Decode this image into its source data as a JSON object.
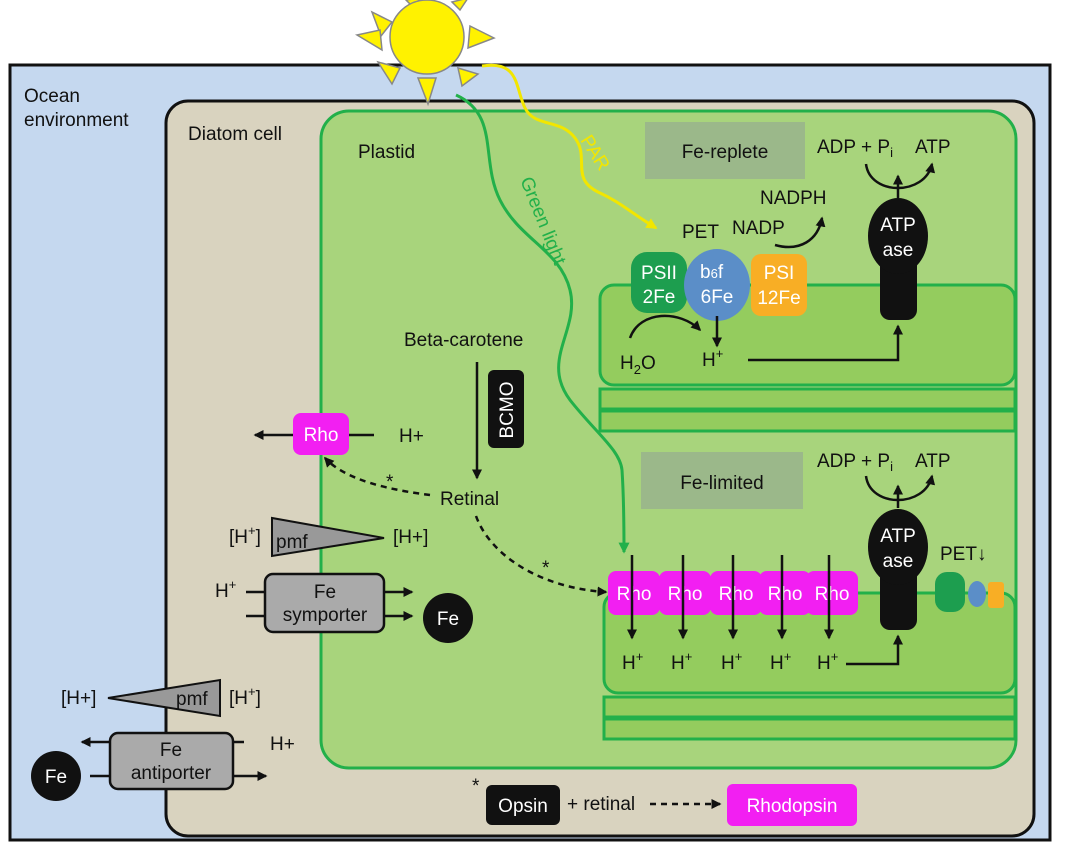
{
  "regions": {
    "ocean": "Ocean environment",
    "diatom": "Diatom cell",
    "plastid": "Plastid"
  },
  "light": {
    "par": "PAR",
    "green": "Green light"
  },
  "replete": {
    "title": "Fe-replete",
    "pet": "PET",
    "nadp": "NADP",
    "nadph": "NADPH",
    "adp": "ADP + P",
    "adp_sub": "i",
    "atp": "ATP",
    "atpase_1": "ATP",
    "atpase_2": "ase",
    "psii_1": "PSII",
    "psii_2": "2Fe",
    "b6f_1": "b",
    "b6f_sub": "6",
    "b6f_2": "f",
    "b6f_3": "6Fe",
    "psi_1": "PSI",
    "psi_2": "12Fe",
    "water": "H",
    "water_sub": "2",
    "water_end": "O",
    "proton": "H",
    "proton_sup": "+"
  },
  "limited": {
    "title": "Fe-limited",
    "adp": "ADP + P",
    "adp_sub": "i",
    "atp": "ATP",
    "atpase_1": "ATP",
    "atpase_2": "ase",
    "pet_down": "PET↓",
    "rho": [
      "Rho",
      "Rho",
      "Rho",
      "Rho",
      "Rho"
    ],
    "protons": [
      "H",
      "H",
      "H",
      "H",
      "H"
    ],
    "proton_sup": "+"
  },
  "pathway": {
    "beta_carotene": "Beta-carotene",
    "bcmo": "BCMO",
    "retinal": "Retinal",
    "star": "*"
  },
  "membrane": {
    "rho": "Rho",
    "h_out": "H+",
    "pmf_left": "[H",
    "pmf_left_sup": "+",
    "pmf_left_end": "]",
    "pmf": "pmf",
    "pmf_right": "[H+]",
    "symporter_h": "H",
    "symporter_h_sup": "+",
    "symporter_1": "Fe",
    "symporter_2": "symporter",
    "fe": "Fe"
  },
  "outer": {
    "pmf_left": "[H+]",
    "pmf": "pmf",
    "pmf_right": "[H",
    "pmf_right_sup": "+",
    "pmf_right_end": "]",
    "antiporter_1": "Fe",
    "antiporter_2": "antiporter",
    "h_out": "H+",
    "fe": "Fe"
  },
  "legend": {
    "star": "*",
    "opsin": "Opsin",
    "plus_retinal": "+ retinal",
    "rhodopsin": "Rhodopsin"
  },
  "colors": {
    "ocean": "#c5d8ef",
    "cell": "#d9d3bf",
    "plastid": "#a8d47c",
    "thylakoid": "#94cc5e",
    "green_line": "#22b04a",
    "rho": "#f21ff2",
    "psii": "#1d9e4f",
    "b6f": "#5b8ec8",
    "psi": "#f8ae25",
    "sun": "#fff200",
    "label_box": "#9bb88a"
  }
}
